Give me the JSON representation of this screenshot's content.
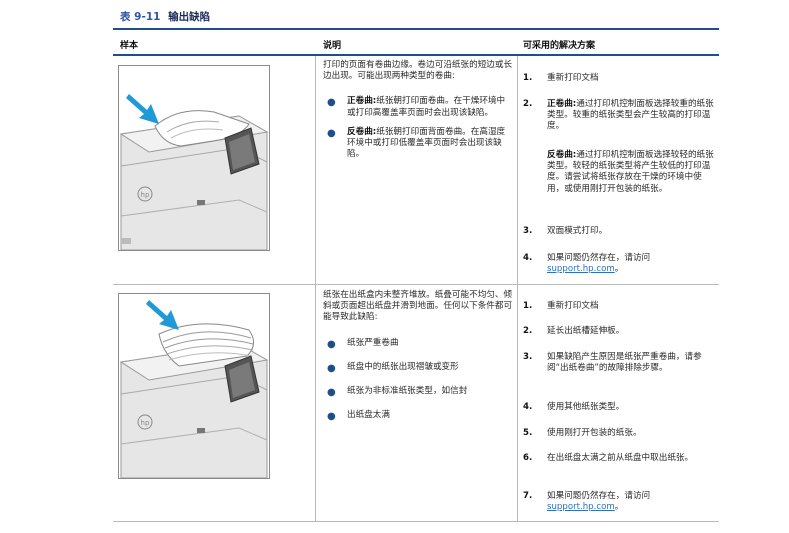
{
  "table": {
    "number": "表 9-11",
    "title": "输出缺陷",
    "headers": {
      "sample": "样本",
      "description": "说明",
      "solution": "可采用的解决方案"
    }
  },
  "row1": {
    "description": {
      "intro": "打印的页面有卷曲边缘。卷边可沿纸张的短边或长边出现。可能出现两种类型的卷曲:",
      "bullets": [
        {
          "term": "正卷曲:",
          "text": "纸张朝打印面卷曲。在干燥环境中或打印高覆盖率页面时会出现该缺陷。"
        },
        {
          "term": "反卷曲:",
          "text": "纸张朝打印面背面卷曲。在高湿度环境中或打印低覆盖率页面时会出现该缺陷。"
        }
      ]
    },
    "solutions": [
      {
        "n": "1.",
        "text": "重新打印文档"
      },
      {
        "n": "2.",
        "term": "正卷曲:",
        "text": "通过打印机控制面板选择较重的纸张类型。较重的纸张类型会产生较高的打印温度。"
      },
      {
        "n": "",
        "term": "反卷曲:",
        "text": "通过打印机控制面板选择较轻的纸张类型。较轻的纸张类型将产生较低的打印温度。请尝试将纸张存放在干燥的环境中使用，或使用刚打开包装的纸张。"
      },
      {
        "n": "3.",
        "text": "双面模式打印。"
      },
      {
        "n": "4.",
        "text": "如果问题仍然存在，请访问",
        "link": "support.hp.com",
        "tail": "。"
      }
    ]
  },
  "row2": {
    "description": {
      "intro": "纸张在出纸盒内未整齐堆放。纸叠可能不均匀、倾斜或页面超出纸盘并滑到地面。任何以下条件都可能导致此缺陷:",
      "bullets": [
        {
          "text": "纸张严重卷曲"
        },
        {
          "text": "纸盘中的纸张出现褶皱或变形"
        },
        {
          "text": "纸张为非标准纸张类型，如信封"
        },
        {
          "text": "出纸盘太满"
        }
      ]
    },
    "solutions": [
      {
        "n": "1.",
        "text": "重新打印文档"
      },
      {
        "n": "2.",
        "text": "延长出纸槽延伸板。"
      },
      {
        "n": "3.",
        "text": "如果缺陷产生原因是纸张严重卷曲，请参阅“出纸卷曲”的故障排除步骤。"
      },
      {
        "n": "4.",
        "text": "使用其他纸张类型。"
      },
      {
        "n": "5.",
        "text": "使用刚打开包装的纸张。"
      },
      {
        "n": "6.",
        "text": "在出纸盘太满之前从纸盘中取出纸张。"
      },
      {
        "n": "7.",
        "text": "如果问题仍然存在，请访问",
        "link": "support.hp.com",
        "tail": "。"
      }
    ]
  },
  "colors": {
    "rule": "#1f4e8c",
    "arrow": "#1f9ad6",
    "link": "#2b6fc7"
  }
}
